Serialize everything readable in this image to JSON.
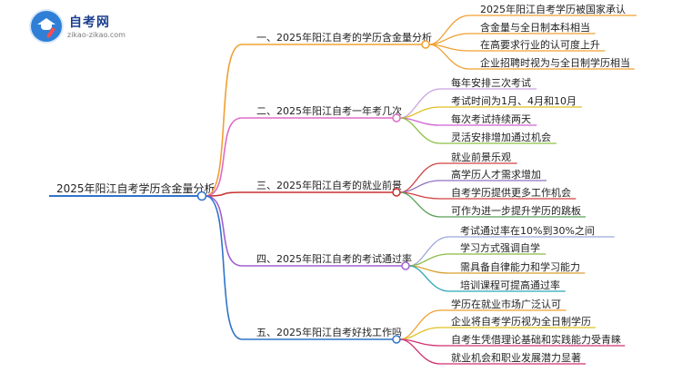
{
  "logo": {
    "title": "自考网",
    "url": "zikao-zikao.com"
  },
  "root": {
    "label": "2025年阳江自考学历含金量分析",
    "color": "#2f74c9"
  },
  "branches": [
    {
      "label": "一、2025年阳江自考的学历含金量分析",
      "color": "#f0a030",
      "leaves": [
        "2025年阳江自考学历被国家承认",
        "含金量与全日制本科相当",
        "在高要求行业的认可度上升",
        "企业招聘时视为与全日制学历相当"
      ]
    },
    {
      "label": "二、2025年阳江自考一年考几次",
      "color": "#e06cc6",
      "leaves": [
        "每年安排三次考试",
        "考试时间为1月、4月和10月",
        "每次考试持续两天",
        "灵活安排增加通过机会"
      ],
      "leaf_colors": [
        "#c9a3e0",
        "#e0c020",
        "#d060d0",
        "#8ac040"
      ]
    },
    {
      "label": "三、2025年阳江自考的就业前景",
      "color": "#c83030",
      "leaves": [
        "就业前景乐观",
        "高学历人才需求增加",
        "自考学历提供更多工作机会",
        "可作为进一步提升学历的跳板"
      ],
      "leaf_colors": [
        "#d04040",
        "#9070c0",
        "#d04040",
        "#5aa05a"
      ]
    },
    {
      "label": "四、2025年阳江自考的考试通过率",
      "color": "#a060d0",
      "leaves": [
        "考试通过率在10%到30%之间",
        "学习方式强调自学",
        "需具备自律能力和学习能力",
        "培训课程可提高通过率"
      ],
      "leaf_colors": [
        "#9aa9d8",
        "#8aba48",
        "#d8a030",
        "#2aa6b5"
      ]
    },
    {
      "label": "五、2025年阳江自考好找工作吗",
      "color": "#2f74c9",
      "leaves": [
        "学历在就业市场广泛认可",
        "企业将自考学历视为全日制学历",
        "自考生凭借理论基础和实践能力受青睐",
        "就业机会和职业发展潜力显著"
      ],
      "leaf_colors": [
        "#f0a030",
        "#e0c020",
        "#d03070",
        "#d03070"
      ]
    }
  ]
}
